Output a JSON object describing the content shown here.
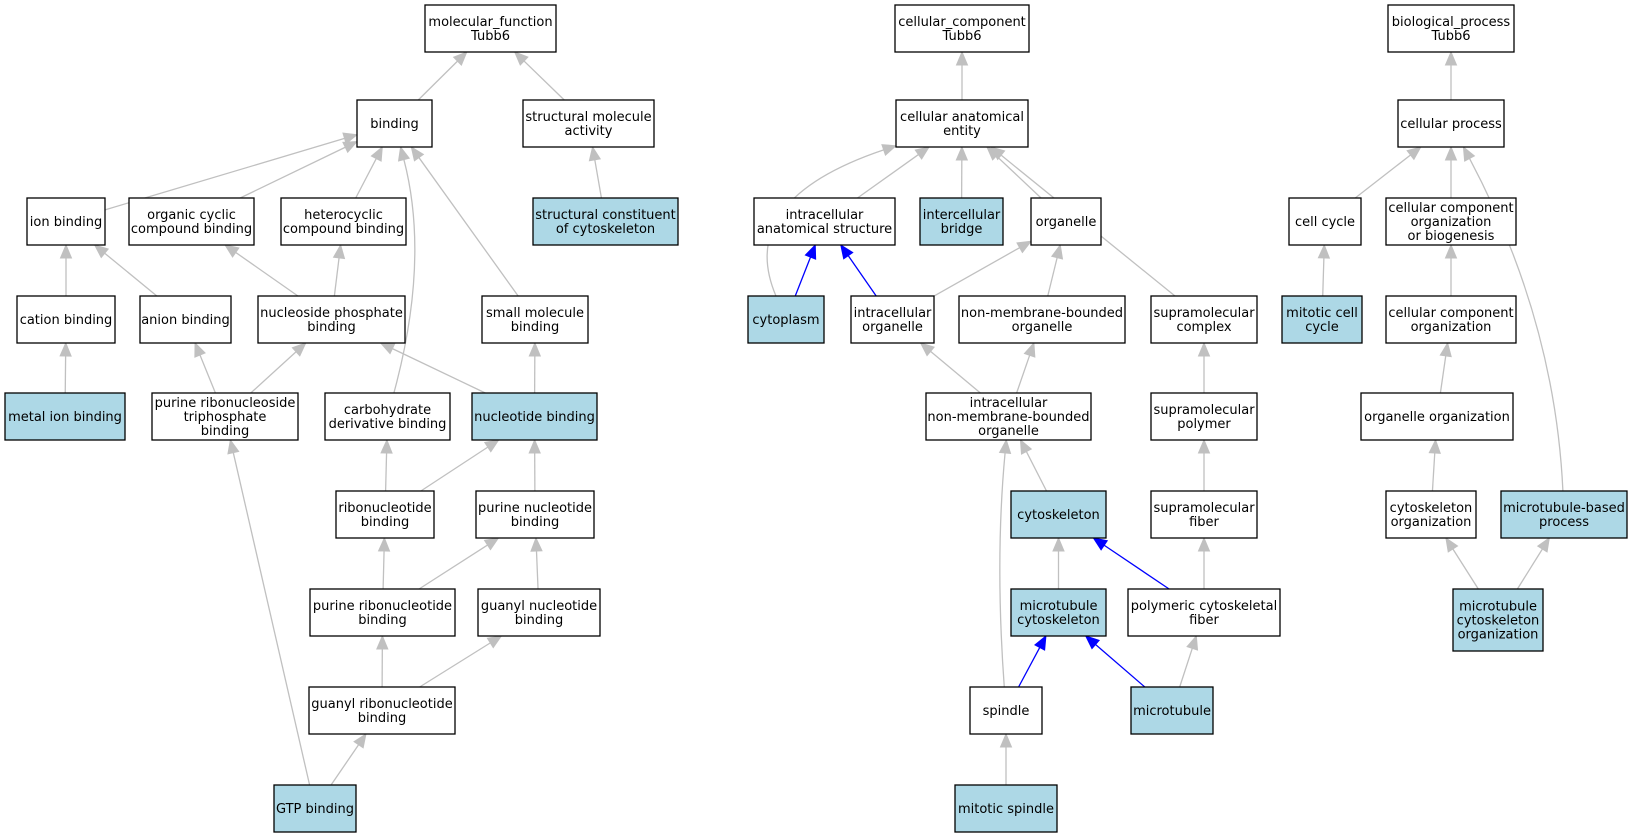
{
  "colors": {
    "highlight_fill": "#add8e6",
    "plain_fill": "#ffffff",
    "edge_gray": "#c0c0c0",
    "edge_blue": "#0000ff"
  },
  "nodes": [
    {
      "id": "mf",
      "lines": [
        "molecular_function",
        "Tubb6"
      ],
      "highlight": false
    },
    {
      "id": "binding",
      "lines": [
        "binding"
      ],
      "highlight": false
    },
    {
      "id": "sma",
      "lines": [
        "structural molecule",
        "activity"
      ],
      "highlight": false
    },
    {
      "id": "scc",
      "lines": [
        "structural constituent",
        "of cytoskeleton"
      ],
      "highlight": true
    },
    {
      "id": "ionb",
      "lines": [
        "ion binding"
      ],
      "highlight": false
    },
    {
      "id": "occb",
      "lines": [
        "organic cyclic",
        "compound binding"
      ],
      "highlight": false
    },
    {
      "id": "hcb",
      "lines": [
        "heterocyclic",
        "compound binding"
      ],
      "highlight": false
    },
    {
      "id": "catb",
      "lines": [
        "cation binding"
      ],
      "highlight": false
    },
    {
      "id": "anb",
      "lines": [
        "anion binding"
      ],
      "highlight": false
    },
    {
      "id": "npb",
      "lines": [
        "nucleoside phosphate",
        "binding"
      ],
      "highlight": false
    },
    {
      "id": "smb",
      "lines": [
        "small molecule",
        "binding"
      ],
      "highlight": false
    },
    {
      "id": "mib",
      "lines": [
        "metal ion binding"
      ],
      "highlight": true
    },
    {
      "id": "prtb",
      "lines": [
        "purine ribonucleoside",
        "triphosphate",
        "binding"
      ],
      "highlight": false
    },
    {
      "id": "cdb",
      "lines": [
        "carbohydrate",
        "derivative binding"
      ],
      "highlight": false
    },
    {
      "id": "nb",
      "lines": [
        "nucleotide binding"
      ],
      "highlight": true
    },
    {
      "id": "rnb",
      "lines": [
        "ribonucleotide",
        "binding"
      ],
      "highlight": false
    },
    {
      "id": "pnb",
      "lines": [
        "purine nucleotide",
        "binding"
      ],
      "highlight": false
    },
    {
      "id": "prnb",
      "lines": [
        "purine ribonucleotide",
        "binding"
      ],
      "highlight": false
    },
    {
      "id": "gnb",
      "lines": [
        "guanyl nucleotide",
        "binding"
      ],
      "highlight": false
    },
    {
      "id": "grnb",
      "lines": [
        "guanyl ribonucleotide",
        "binding"
      ],
      "highlight": false
    },
    {
      "id": "gtp",
      "lines": [
        "GTP binding"
      ],
      "highlight": true
    },
    {
      "id": "cc",
      "lines": [
        "cellular_component",
        "Tubb6"
      ],
      "highlight": false
    },
    {
      "id": "cae",
      "lines": [
        "cellular anatomical",
        "entity"
      ],
      "highlight": false
    },
    {
      "id": "ias",
      "lines": [
        "intracellular",
        "anatomical structure"
      ],
      "highlight": false
    },
    {
      "id": "icb",
      "lines": [
        "intercellular",
        "bridge"
      ],
      "highlight": true
    },
    {
      "id": "org",
      "lines": [
        "organelle"
      ],
      "highlight": false
    },
    {
      "id": "cyto",
      "lines": [
        "cytoplasm"
      ],
      "highlight": true
    },
    {
      "id": "io",
      "lines": [
        "intracellular",
        "organelle"
      ],
      "highlight": false
    },
    {
      "id": "nmbo",
      "lines": [
        "non-membrane-bounded",
        "organelle"
      ],
      "highlight": false
    },
    {
      "id": "smc",
      "lines": [
        "supramolecular",
        "complex"
      ],
      "highlight": false
    },
    {
      "id": "inmbo",
      "lines": [
        "intracellular",
        "non-membrane-bounded",
        "organelle"
      ],
      "highlight": false
    },
    {
      "id": "smp",
      "lines": [
        "supramolecular",
        "polymer"
      ],
      "highlight": false
    },
    {
      "id": "csk",
      "lines": [
        "cytoskeleton"
      ],
      "highlight": true
    },
    {
      "id": "smf",
      "lines": [
        "supramolecular",
        "fiber"
      ],
      "highlight": false
    },
    {
      "id": "mtc",
      "lines": [
        "microtubule",
        "cytoskeleton"
      ],
      "highlight": true
    },
    {
      "id": "pcf",
      "lines": [
        "polymeric cytoskeletal",
        "fiber"
      ],
      "highlight": false
    },
    {
      "id": "spindle",
      "lines": [
        "spindle"
      ],
      "highlight": false
    },
    {
      "id": "mt",
      "lines": [
        "microtubule"
      ],
      "highlight": true
    },
    {
      "id": "ms",
      "lines": [
        "mitotic spindle"
      ],
      "highlight": true
    },
    {
      "id": "bp",
      "lines": [
        "biological_process",
        "Tubb6"
      ],
      "highlight": false
    },
    {
      "id": "cp",
      "lines": [
        "cellular process"
      ],
      "highlight": false
    },
    {
      "id": "ccyc",
      "lines": [
        "cell cycle"
      ],
      "highlight": false
    },
    {
      "id": "ccob",
      "lines": [
        "cellular component",
        "organization",
        "or biogenesis"
      ],
      "highlight": false
    },
    {
      "id": "mcc",
      "lines": [
        "mitotic cell",
        "cycle"
      ],
      "highlight": true
    },
    {
      "id": "cco",
      "lines": [
        "cellular component",
        "organization"
      ],
      "highlight": false
    },
    {
      "id": "oo",
      "lines": [
        "organelle organization"
      ],
      "highlight": false
    },
    {
      "id": "cso",
      "lines": [
        "cytoskeleton",
        "organization"
      ],
      "highlight": false
    },
    {
      "id": "mbp",
      "lines": [
        "microtubule-based",
        "process"
      ],
      "highlight": true
    },
    {
      "id": "mco",
      "lines": [
        "microtubule",
        "cytoskeleton",
        "organization"
      ],
      "highlight": true
    }
  ],
  "edges": [
    {
      "from": "binding",
      "to": "mf",
      "color": "gray"
    },
    {
      "from": "sma",
      "to": "mf",
      "color": "gray"
    },
    {
      "from": "scc",
      "to": "sma",
      "color": "gray"
    },
    {
      "from": "ionb",
      "to": "binding",
      "color": "gray"
    },
    {
      "from": "occb",
      "to": "binding",
      "color": "gray"
    },
    {
      "from": "hcb",
      "to": "binding",
      "color": "gray"
    },
    {
      "from": "cdb",
      "to": "binding",
      "color": "gray"
    },
    {
      "from": "smb",
      "to": "binding",
      "color": "gray"
    },
    {
      "from": "catb",
      "to": "ionb",
      "color": "gray"
    },
    {
      "from": "anb",
      "to": "ionb",
      "color": "gray"
    },
    {
      "from": "npb",
      "to": "occb",
      "color": "gray"
    },
    {
      "from": "npb",
      "to": "hcb",
      "color": "gray"
    },
    {
      "from": "mib",
      "to": "catb",
      "color": "gray"
    },
    {
      "from": "prtb",
      "to": "anb",
      "color": "gray"
    },
    {
      "from": "prtb",
      "to": "npb",
      "color": "gray"
    },
    {
      "from": "nb",
      "to": "npb",
      "color": "gray"
    },
    {
      "from": "nb",
      "to": "smb",
      "color": "gray"
    },
    {
      "from": "rnb",
      "to": "cdb",
      "color": "gray"
    },
    {
      "from": "rnb",
      "to": "nb",
      "color": "gray"
    },
    {
      "from": "pnb",
      "to": "nb",
      "color": "gray"
    },
    {
      "from": "prnb",
      "to": "rnb",
      "color": "gray"
    },
    {
      "from": "prnb",
      "to": "pnb",
      "color": "gray"
    },
    {
      "from": "gnb",
      "to": "pnb",
      "color": "gray"
    },
    {
      "from": "grnb",
      "to": "prnb",
      "color": "gray"
    },
    {
      "from": "grnb",
      "to": "gnb",
      "color": "gray"
    },
    {
      "from": "gtp",
      "to": "grnb",
      "color": "gray"
    },
    {
      "from": "gtp",
      "to": "prtb",
      "color": "gray"
    },
    {
      "from": "cae",
      "to": "cc",
      "color": "gray"
    },
    {
      "from": "ias",
      "to": "cae",
      "color": "gray"
    },
    {
      "from": "icb",
      "to": "cae",
      "color": "gray"
    },
    {
      "from": "org",
      "to": "cae",
      "color": "gray"
    },
    {
      "from": "smc",
      "to": "cae",
      "color": "gray"
    },
    {
      "from": "cyto",
      "to": "cae",
      "color": "gray"
    },
    {
      "from": "cyto",
      "to": "ias",
      "color": "blue"
    },
    {
      "from": "io",
      "to": "ias",
      "color": "blue"
    },
    {
      "from": "io",
      "to": "org",
      "color": "gray"
    },
    {
      "from": "nmbo",
      "to": "org",
      "color": "gray"
    },
    {
      "from": "inmbo",
      "to": "io",
      "color": "gray"
    },
    {
      "from": "inmbo",
      "to": "nmbo",
      "color": "gray"
    },
    {
      "from": "smp",
      "to": "smc",
      "color": "gray"
    },
    {
      "from": "csk",
      "to": "inmbo",
      "color": "gray"
    },
    {
      "from": "spindle",
      "to": "inmbo",
      "color": "gray"
    },
    {
      "from": "smf",
      "to": "smp",
      "color": "gray"
    },
    {
      "from": "mtc",
      "to": "csk",
      "color": "gray"
    },
    {
      "from": "pcf",
      "to": "csk",
      "color": "blue"
    },
    {
      "from": "pcf",
      "to": "smf",
      "color": "gray"
    },
    {
      "from": "spindle",
      "to": "mtc",
      "color": "blue"
    },
    {
      "from": "mt",
      "to": "mtc",
      "color": "blue"
    },
    {
      "from": "mt",
      "to": "pcf",
      "color": "gray"
    },
    {
      "from": "ms",
      "to": "spindle",
      "color": "gray"
    },
    {
      "from": "cp",
      "to": "bp",
      "color": "gray"
    },
    {
      "from": "ccyc",
      "to": "cp",
      "color": "gray"
    },
    {
      "from": "ccob",
      "to": "cp",
      "color": "gray"
    },
    {
      "from": "mbp",
      "to": "cp",
      "color": "gray"
    },
    {
      "from": "mcc",
      "to": "ccyc",
      "color": "gray"
    },
    {
      "from": "cco",
      "to": "ccob",
      "color": "gray"
    },
    {
      "from": "oo",
      "to": "cco",
      "color": "gray"
    },
    {
      "from": "cso",
      "to": "oo",
      "color": "gray"
    },
    {
      "from": "mco",
      "to": "cso",
      "color": "gray"
    },
    {
      "from": "mco",
      "to": "mbp",
      "color": "gray"
    }
  ]
}
